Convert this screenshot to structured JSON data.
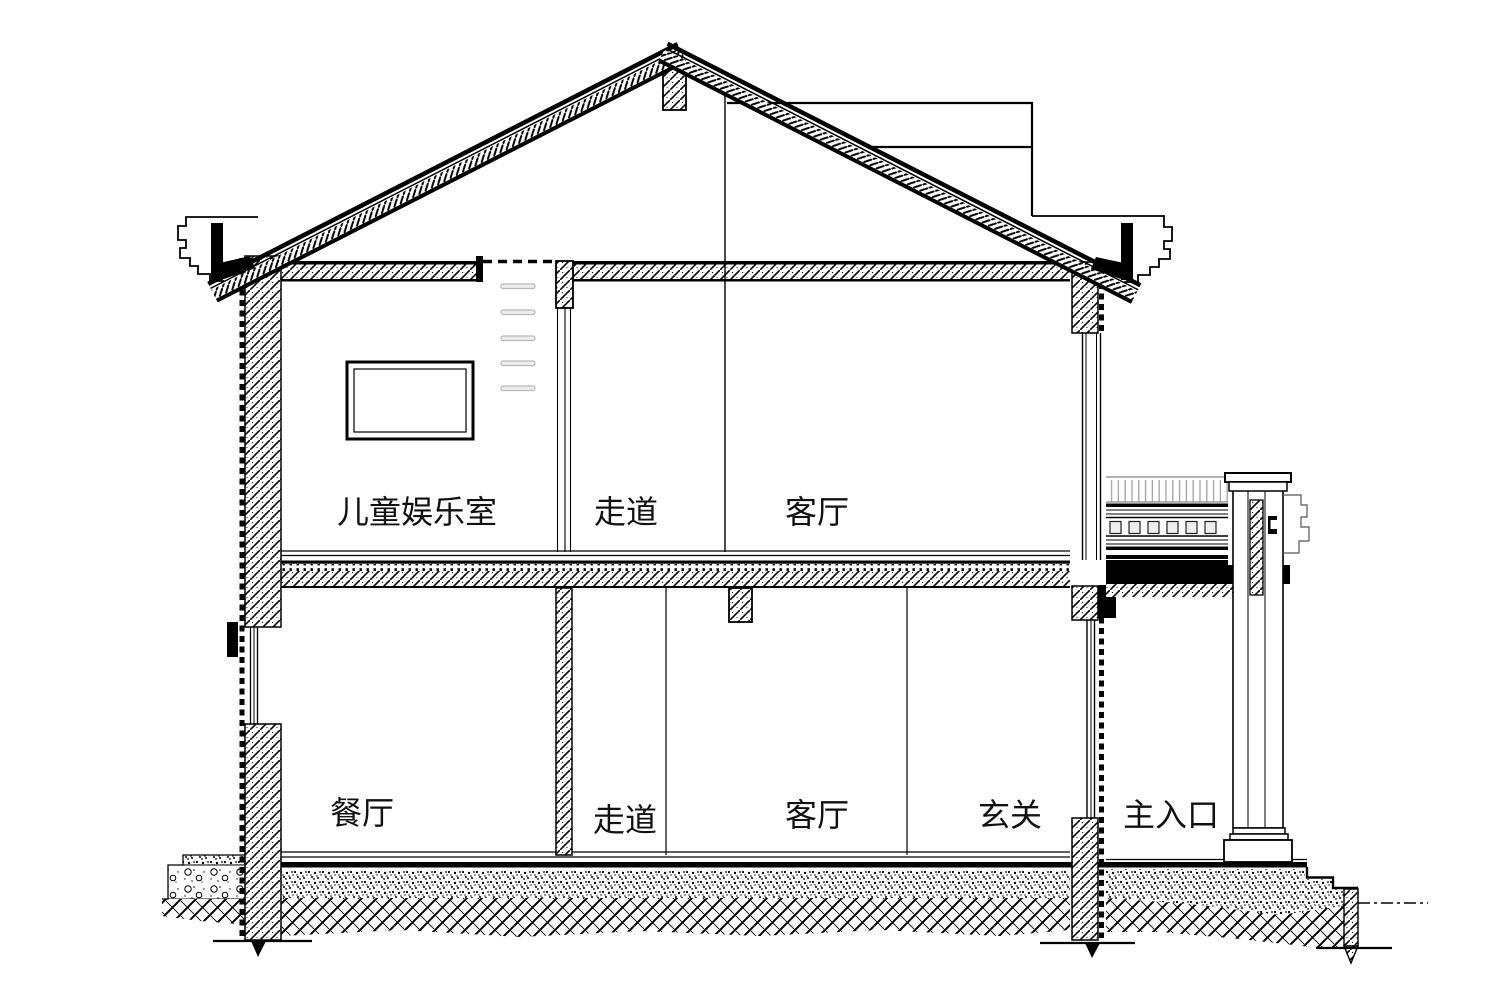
{
  "drawing": {
    "kind": "house-cross-section",
    "rooms": {
      "upper_floor": [
        {
          "name": "儿童娱乐室"
        },
        {
          "name": "走道"
        },
        {
          "name": "客厅"
        }
      ],
      "ground_floor": [
        {
          "name": "餐厅"
        },
        {
          "name": "走道"
        },
        {
          "name": "客厅"
        },
        {
          "name": "玄关"
        },
        {
          "name": "主入口"
        }
      ]
    },
    "colors": {
      "line": "#000000",
      "background": "#ffffff",
      "shelf_gray": "#c0c0c0",
      "railing_gray": "#a8a8a8"
    }
  }
}
